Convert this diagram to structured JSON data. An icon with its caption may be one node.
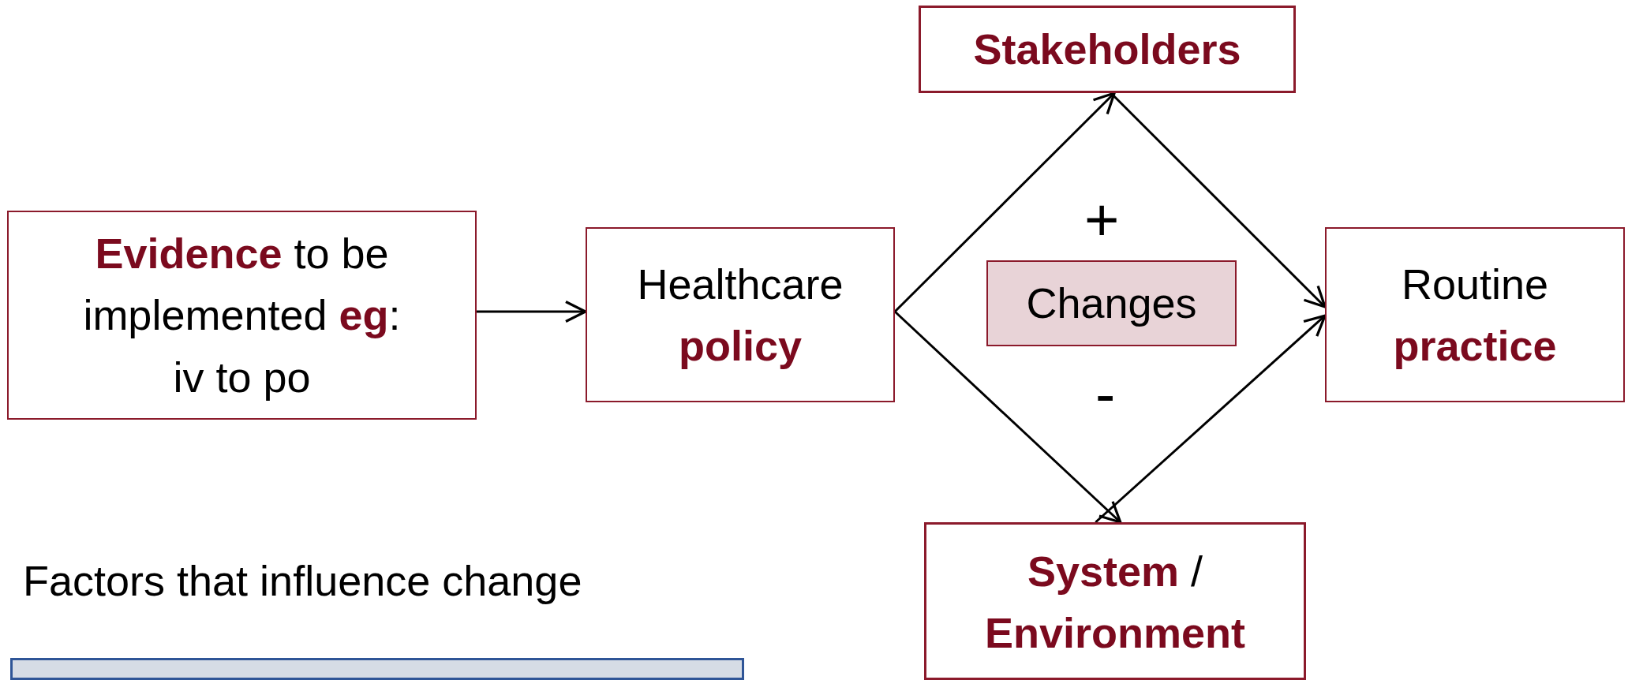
{
  "diagram": {
    "nodes": [
      {
        "text": [
          "**Evidence** to be implemented **eg**: iv to po"
        ]
      },
      {
        "text": [
          "Healthcare **policy**"
        ]
      },
      {
        "text": [
          "Stakeholders"
        ]
      },
      {
        "text": [
          "Changes"
        ]
      },
      {
        "text": [
          "Routine **practice**"
        ]
      },
      {
        "text": [
          "**System** / **Environment**"
        ]
      },
      {
        "text": [],
        "shape": "box"
      }
    ],
    "edges": [
      {
        "from": 0,
        "to": 1,
        "arrow": "to"
      },
      {
        "from": 1,
        "to": 2,
        "arrow": "to"
      },
      {
        "from": 1,
        "to": 5,
        "arrow": "to"
      },
      {
        "from": 2,
        "to": 4,
        "arrow": "to"
      },
      {
        "from": 5,
        "to": 4,
        "arrow": "to"
      }
    ],
    "labels": [
      "+",
      "-",
      "Factors that influence change"
    ]
  }
}
